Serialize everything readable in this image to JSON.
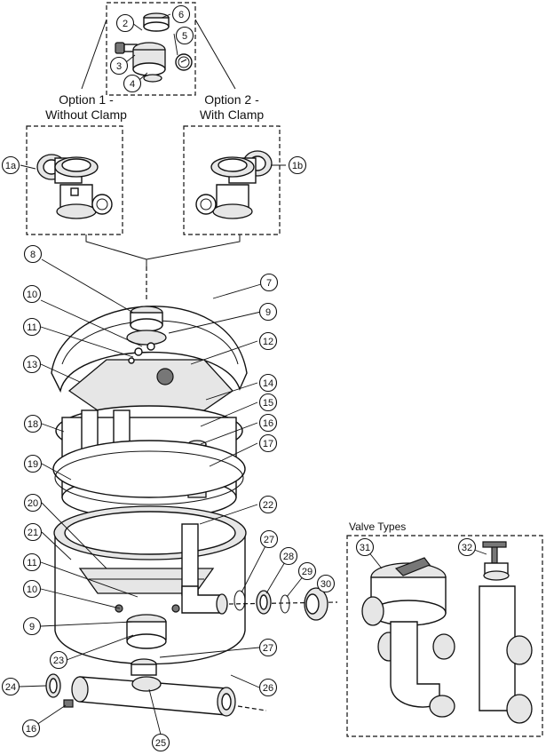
{
  "options": {
    "option1_line1": "Option 1 -",
    "option1_line2": "Without Clamp",
    "option2_line1": "Option 2 -",
    "option2_line2": "With Clamp"
  },
  "valve_types_title": "Valve Types",
  "callouts": {
    "c1a": "1a",
    "c1b": "1b",
    "c2": "2",
    "c3": "3",
    "c4": "4",
    "c5": "5",
    "c6": "6",
    "c7": "7",
    "c8": "8",
    "c9a": "9",
    "c10a": "10",
    "c11a": "11",
    "c12": "12",
    "c13": "13",
    "c14": "14",
    "c15": "15",
    "c16a": "16",
    "c17": "17",
    "c18": "18",
    "c19": "19",
    "c20": "20",
    "c21": "21",
    "c22": "22",
    "c11b": "11",
    "c10b": "10",
    "c9b": "9",
    "c23": "23",
    "c27a": "27",
    "c28": "28",
    "c29": "29",
    "c30": "30",
    "c27b": "27",
    "c24": "24",
    "c26": "26",
    "c16b": "16",
    "c25": "25",
    "c31": "31",
    "c32": "32"
  }
}
